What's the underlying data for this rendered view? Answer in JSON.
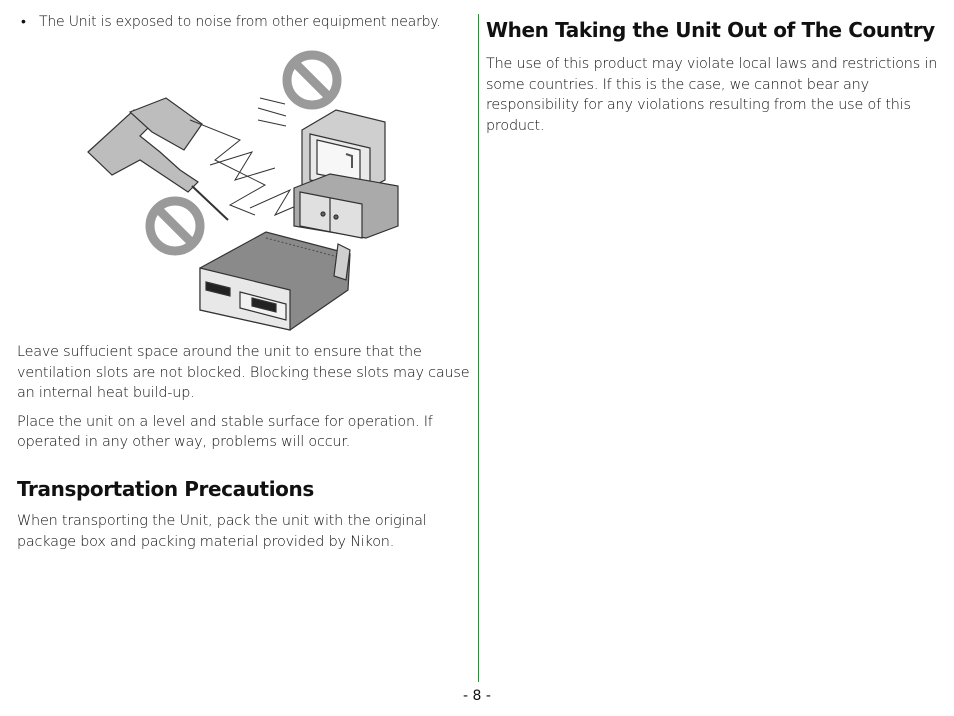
{
  "left": {
    "bullet": "The Unit is exposed to noise from other equipment nearby.",
    "para1": "Leave suffucient space around the unit to ensure that the ventilation slots are not blocked.  Blocking these slots may cause an internal heat build-up.",
    "para2": "Place the unit on a level and stable surface for operation.  If operated in any other way, problems will occur.",
    "transport_heading": "Transportation Precautions",
    "transport_text": "When transporting the Unit, pack the unit with the original package box and packing material provided by Nikon."
  },
  "right": {
    "heading": "When Taking the Unit Out of The Country",
    "text": "The use of this product may violate local laws and restrictions in some countries.  If this is the case, we cannot bear any responsibility for any violations resulting from the use of this product."
  },
  "page_number": "- 8 -",
  "colors": {
    "divider": "#2e8b3e",
    "prohibit": "#9a9a9a"
  }
}
